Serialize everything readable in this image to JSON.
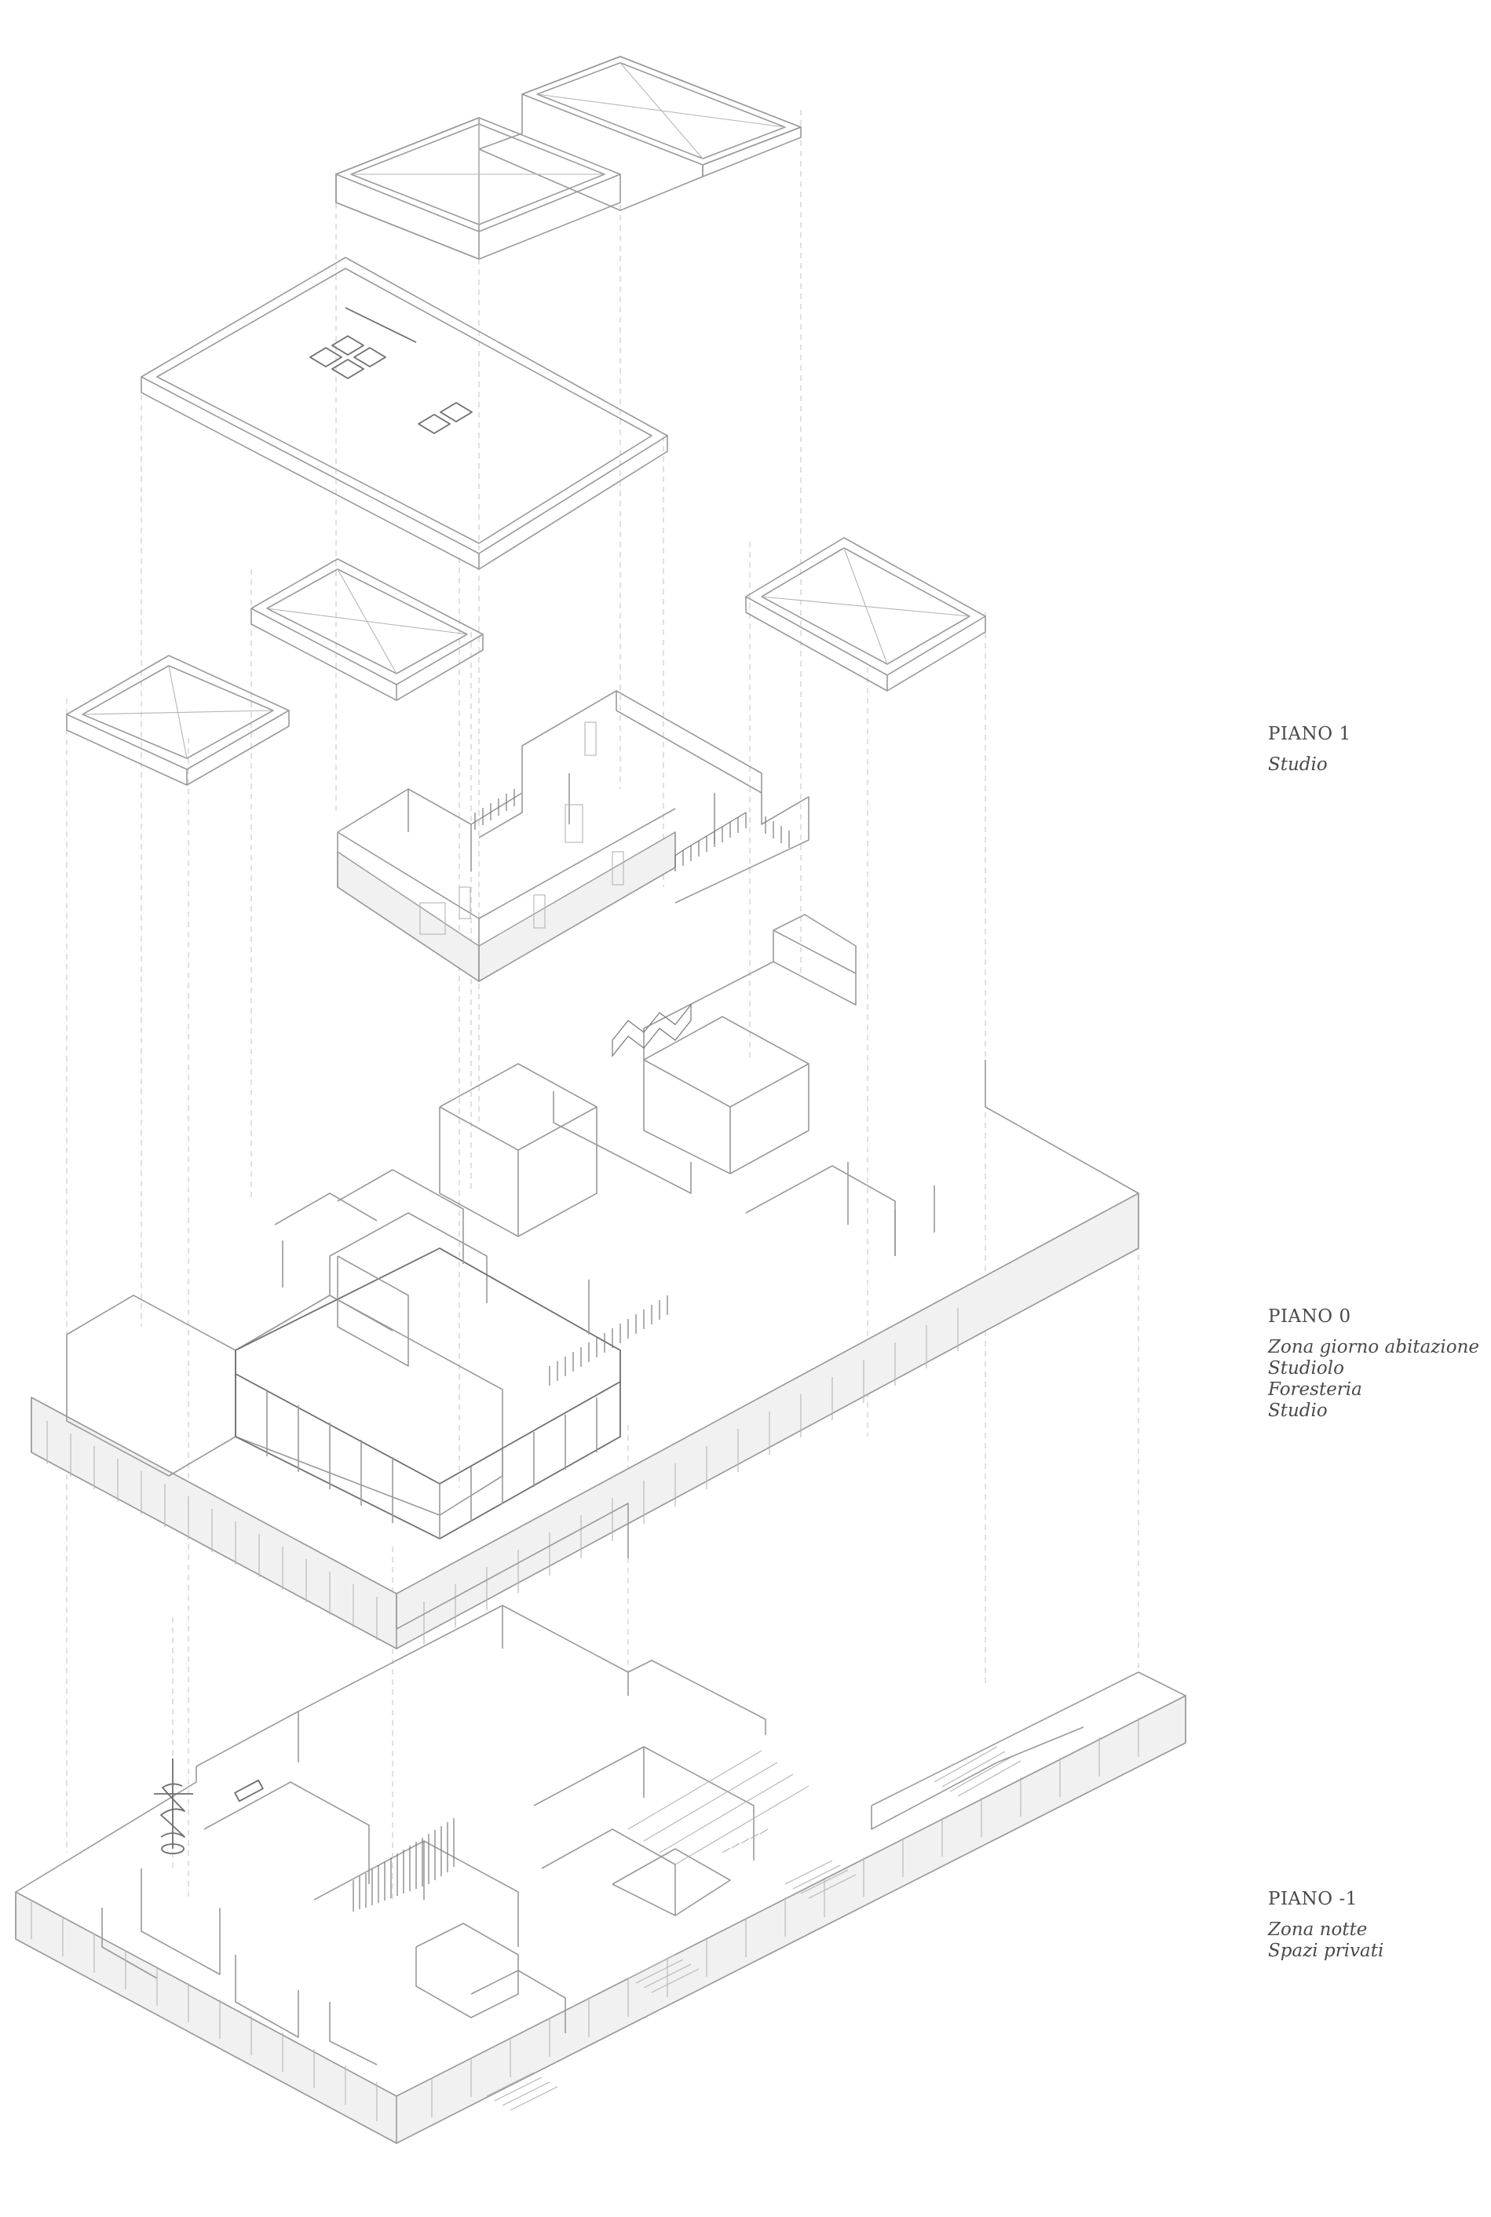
{
  "levels": [
    {
      "name": "PIANO 1",
      "uses": [
        "Studio"
      ]
    },
    {
      "name": "PIANO 0",
      "uses": [
        "Zona giorno abitazione",
        "Studiolo",
        "Foresteria",
        "Studio"
      ]
    },
    {
      "name": "PIANO -1",
      "uses": [
        "Zona notte",
        "Spazi privati"
      ]
    }
  ],
  "colors": {
    "line": "#9a9a9a",
    "text": "#4a4a4a",
    "background": "#ffffff"
  }
}
